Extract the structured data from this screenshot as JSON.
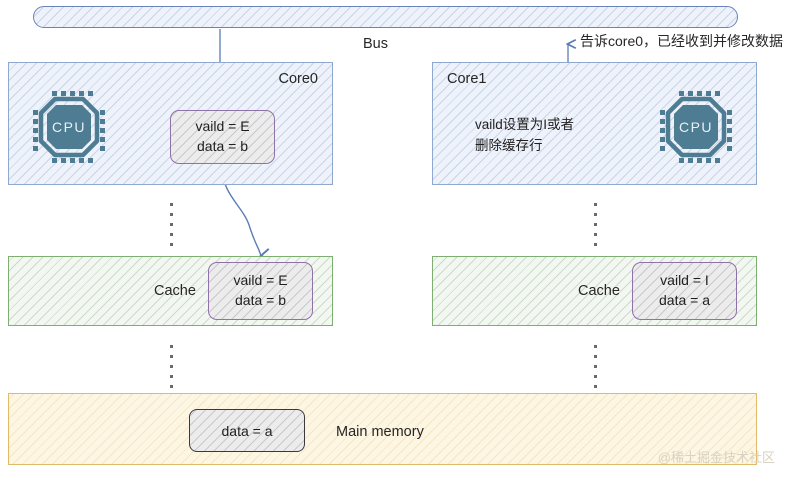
{
  "diagram": {
    "bus": {
      "name": "bus-bar",
      "label": "Bus",
      "annotation": "告诉core0，已经收到并修改数据"
    },
    "cores": [
      {
        "id": "core0",
        "label": "Core0",
        "cpu_icon": "cpu-chip-icon",
        "cpu_text": "CPU",
        "chip": {
          "line1": "vaild = E",
          "line2": "data = b"
        }
      },
      {
        "id": "core1",
        "label": "Core1",
        "cpu_icon": "cpu-chip-icon",
        "cpu_text": "CPU",
        "note_line1": "vaild设置为I或者",
        "note_line2": "删除缓存行"
      }
    ],
    "caches": [
      {
        "id": "cache0",
        "label": "Cache",
        "chip": {
          "line1": "vaild = E",
          "line2": "data = b"
        }
      },
      {
        "id": "cache1",
        "label": "Cache",
        "chip": {
          "line1": "vaild = I",
          "line2": "data = a"
        }
      }
    ],
    "main_memory": {
      "label": "Main memory",
      "chip": {
        "line1": "data = a"
      }
    },
    "watermark": "@稀土掘金技术社区",
    "colors": {
      "bus_border": "#6b82bd",
      "core_border": "#8fa8cf",
      "cache_border": "#7fae72",
      "chip_border": "#8f72a8",
      "memory_border": "#e0b96a",
      "memory_chip_border": "#3a3a3a",
      "arrow": "#5b7cb5",
      "cpu_icon": "#4d7c93"
    }
  }
}
